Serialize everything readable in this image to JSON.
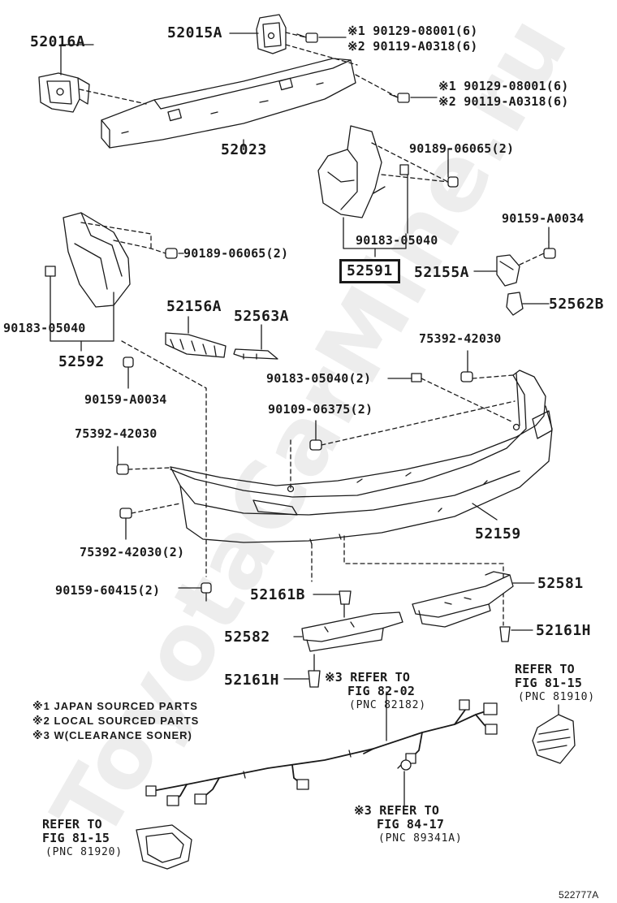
{
  "watermark": "ToyotaCarMine.ru",
  "document_id": "522777A",
  "labels": {
    "p52016A": "52016A",
    "p52015A": "52015A",
    "p52023": "52023",
    "b1a": "※1 90129-08001(6)",
    "b1b": "※2 90119-A0318(6)",
    "b2a": "※1 90129-08001(6)",
    "b2b": "※2 90119-A0318(6)",
    "b3": "90189-06065(2)",
    "b4": "90183-05040",
    "b5": "90159-A0034",
    "p52591": "52591",
    "p52155A": "52155A",
    "p52562B": "52562B",
    "b6": "90189-06065(2)",
    "b7": "90183-05040",
    "p52592": "52592",
    "p52156A": "52156A",
    "p52563A": "52563A",
    "b8": "90159-A0034",
    "b9": "75392-42030",
    "b10": "90183-05040(2)",
    "b11": "90109-06375(2)",
    "b12": "75392-42030",
    "b13": "75392-42030(2)",
    "p52159": "52159",
    "b14": "90159-60415(2)",
    "p52161B": "52161B",
    "p52581": "52581",
    "p52582": "52582",
    "p52161H_a": "52161H",
    "p52161H_b": "52161H",
    "ref1": [
      "※3 REFER TO",
      "FIG 82-02",
      "(PNC 82182)"
    ],
    "ref2": [
      "REFER TO",
      "FIG 81-15",
      "(PNC 81910)"
    ],
    "ref3": [
      "※3 REFER TO",
      "FIG 84-17",
      "(PNC 89341A)"
    ],
    "ref4": [
      "REFER TO",
      "FIG 81-15",
      "(PNC 81920)"
    ],
    "notes": [
      "※1 JAPAN SOURCED PARTS",
      "※2 LOCAL SOURCED PARTS",
      "※3 W(CLEARANCE SONER)"
    ]
  }
}
